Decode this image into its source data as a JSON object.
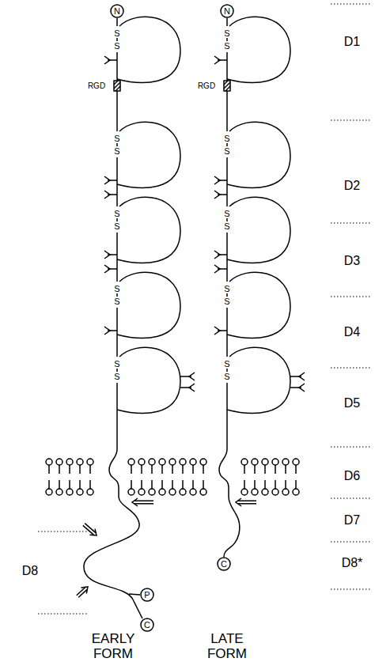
{
  "diagram": {
    "nodes": [
      {
        "text": [
          "N"
        ]
      },
      {
        "text": [
          "N"
        ]
      },
      {
        "text": [
          "P"
        ]
      },
      {
        "text": [
          "C"
        ]
      },
      {
        "text": [
          "C"
        ]
      }
    ],
    "labels": [
      "D1",
      "D2",
      "D3",
      "D4",
      "D5",
      "D6",
      "D7",
      "D8*",
      "D8",
      "RGD",
      "RGD",
      "S",
      "S",
      "S",
      "S",
      "S",
      "S",
      "S",
      "S",
      "S",
      "S",
      "S",
      "S",
      "S",
      "S",
      "S",
      "S",
      "S",
      "S",
      "S",
      "S",
      "EARLY FORM",
      "LATE FORM"
    ]
  }
}
